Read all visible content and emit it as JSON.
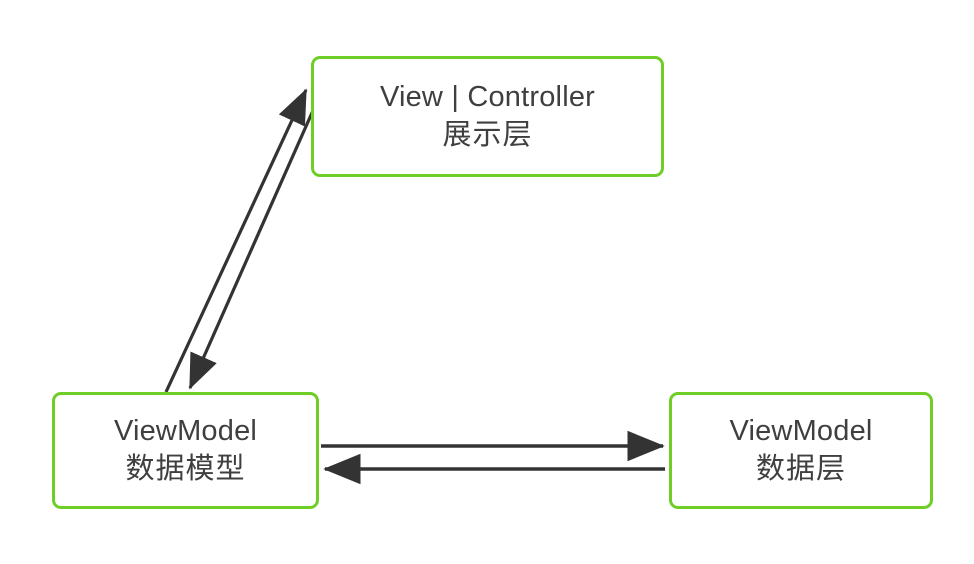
{
  "diagram": {
    "title": "MVVM layered architecture diagram",
    "background_color": "#ffffff",
    "node_border_color": "#6ECE26",
    "node_fill_color": "#ffffff",
    "text_color": "#3f3f3f",
    "arrow_color": "#333333",
    "nodes": [
      {
        "id": "view-controller",
        "line1": "View | Controller",
        "line2": "展示层"
      },
      {
        "id": "viewmodel-model",
        "line1": "ViewModel",
        "line2": "数据模型"
      },
      {
        "id": "viewmodel-data",
        "line1": "ViewModel",
        "line2": "数据层"
      }
    ],
    "edges": [
      {
        "id": "edge-model-to-view",
        "from": "viewmodel-model",
        "to": "view-controller",
        "direction": "up",
        "style": "solid",
        "label": ""
      },
      {
        "id": "edge-view-to-model",
        "from": "view-controller",
        "to": "viewmodel-model",
        "direction": "down",
        "style": "solid",
        "label": ""
      },
      {
        "id": "edge-model-to-data",
        "from": "viewmodel-model",
        "to": "viewmodel-data",
        "direction": "right",
        "style": "solid",
        "label": ""
      },
      {
        "id": "edge-data-to-model",
        "from": "viewmodel-data",
        "to": "viewmodel-model",
        "direction": "left",
        "style": "solid",
        "label": ""
      }
    ]
  }
}
